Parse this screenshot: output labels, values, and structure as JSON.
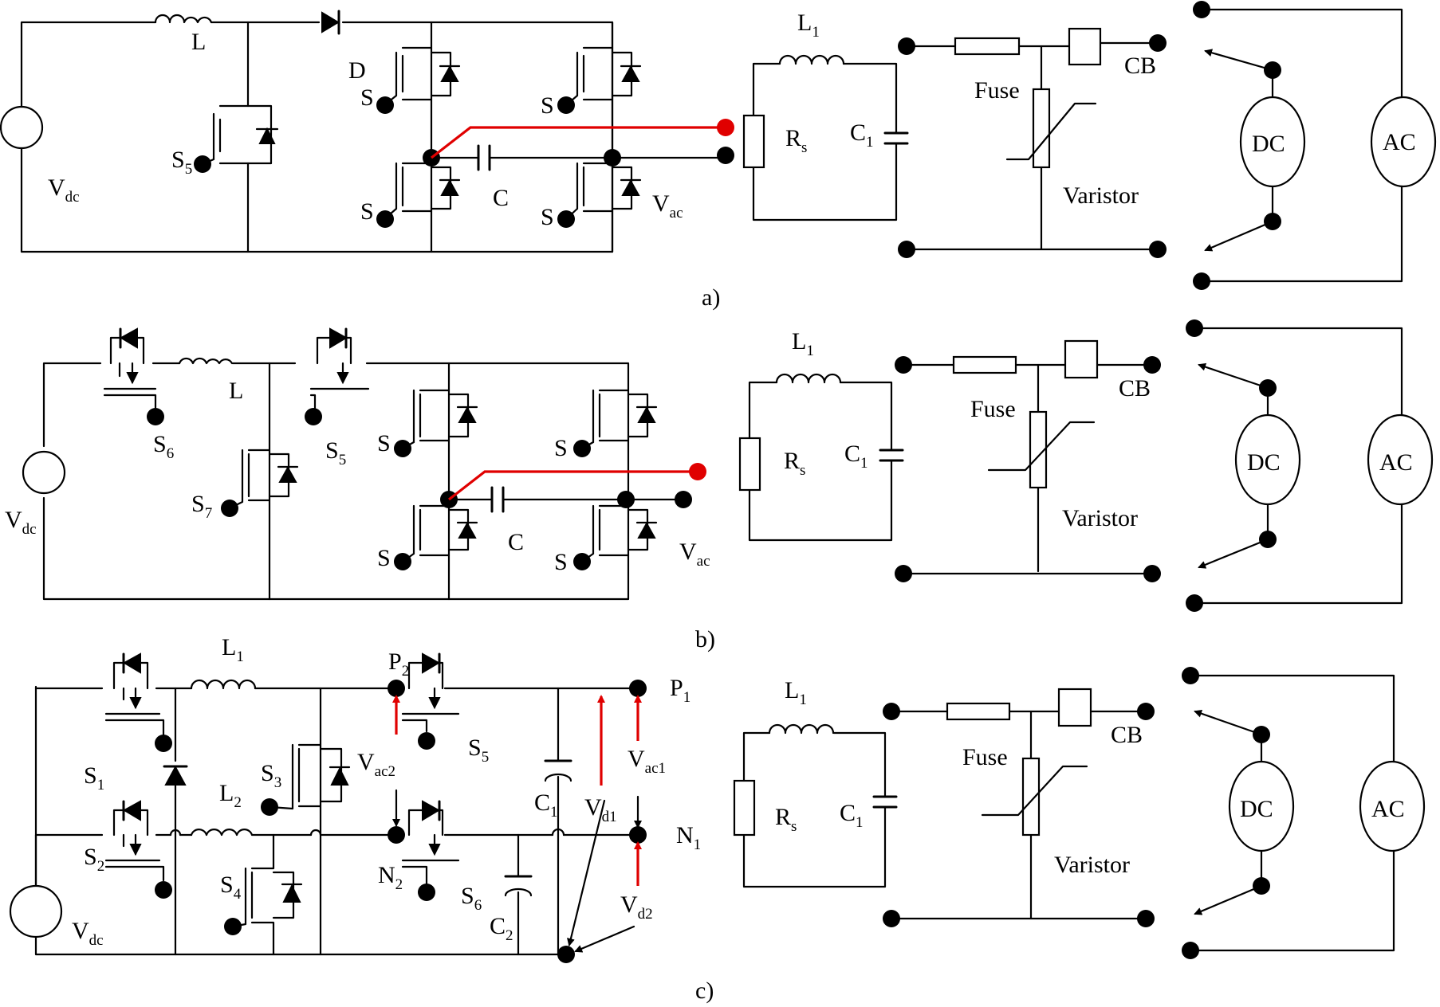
{
  "panels": [
    {
      "id": "a",
      "caption": "a)",
      "labels": [
        "L",
        "D",
        "S5",
        "S",
        "S",
        "S",
        "S",
        "Vdc",
        "C",
        "Vac",
        "L1",
        "Rs",
        "C1",
        "Fuse",
        "CB",
        "Varistor",
        "DC",
        "AC"
      ]
    },
    {
      "id": "b",
      "caption": "b)",
      "labels": [
        "L",
        "S6",
        "S5",
        "S7",
        "S",
        "S",
        "S",
        "S",
        "Vdc",
        "C",
        "Vac",
        "L1",
        "Rs",
        "C1",
        "Fuse",
        "CB",
        "Varistor",
        "DC",
        "AC"
      ]
    },
    {
      "id": "c",
      "caption": "c)",
      "labels": [
        "L1",
        "L2",
        "S1",
        "S2",
        "S3",
        "S4",
        "S5",
        "S6",
        "P2",
        "N2",
        "P1",
        "N1",
        "Vac2",
        "Vac1",
        "Vd1",
        "Vd2",
        "C1",
        "C2",
        "Vdc",
        "L1",
        "Rs",
        "C1",
        "Fuse",
        "CB",
        "Varistor",
        "DC",
        "AC"
      ]
    }
  ],
  "colors": {
    "line": "#000000",
    "highlight": "#e00000",
    "background": "#ffffff"
  }
}
